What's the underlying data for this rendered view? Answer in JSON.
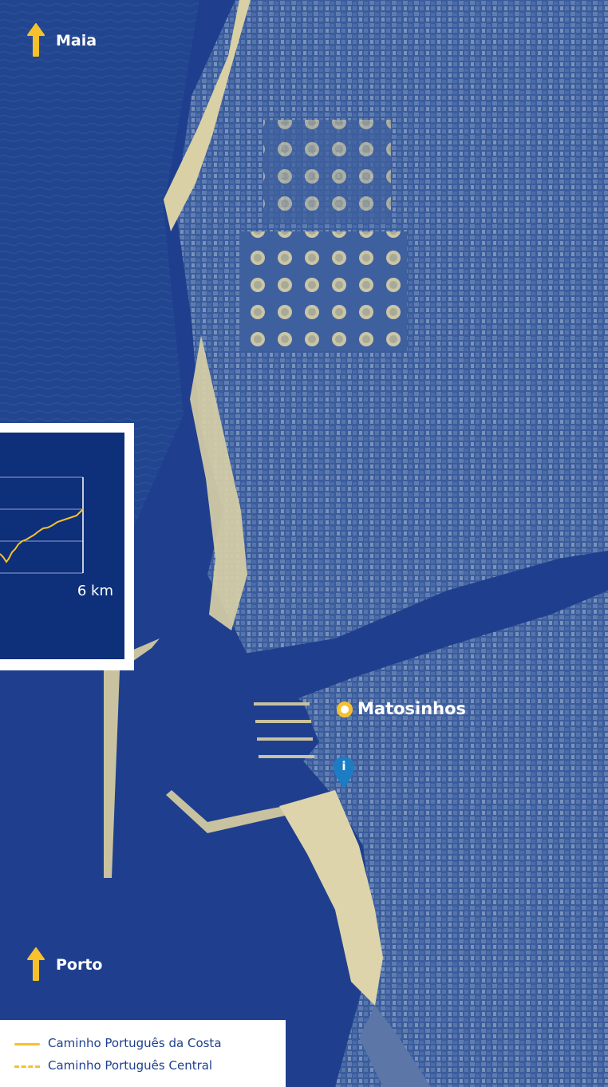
{
  "map": {
    "places": {
      "north_label": "Maia",
      "south_label": "Porto",
      "town_label": "Matosinhos"
    },
    "info_marker": "i",
    "elevation_profile": {
      "distance_end_label": "6 km"
    },
    "legend": {
      "items": [
        {
          "label": "Caminho Português da Costa",
          "style": "solid"
        },
        {
          "label": "Caminho Português Central",
          "style": "dashed"
        }
      ]
    },
    "colors": {
      "sea": "#1f3f8e",
      "land": "#3a5a9a",
      "beach": "#d9d0a6",
      "accent_yellow": "#f6c12c",
      "profile_bg": "#0e2f7a",
      "info_pin": "#1c7cc4"
    }
  }
}
